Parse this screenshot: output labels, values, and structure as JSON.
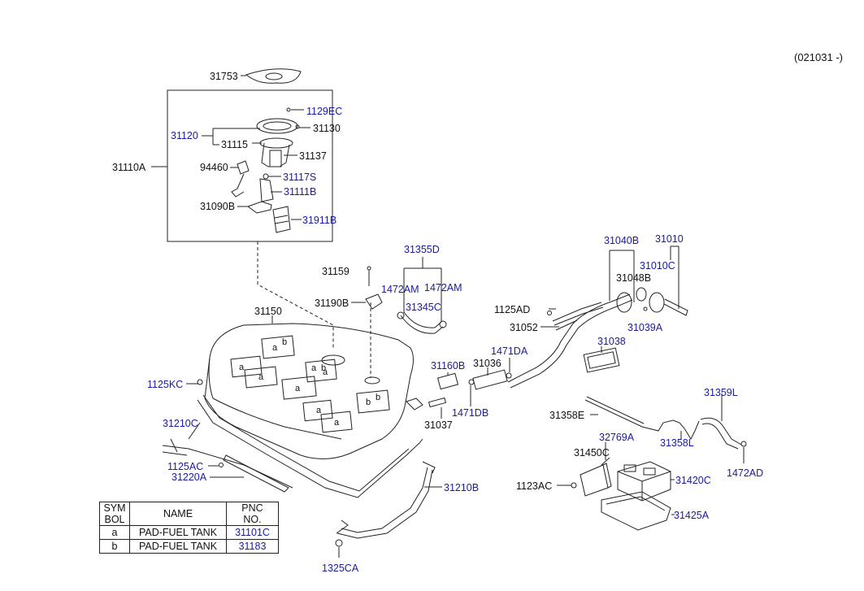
{
  "revision": "(021031 -)",
  "callouts": {
    "c31753": "31753",
    "c1129EC": "1129EC",
    "c31120": "31120",
    "c31130": "31130",
    "c31115": "31115",
    "c31137": "31137",
    "c31110A": "31110A",
    "c94460": "94460",
    "c31117S": "31117S",
    "c31111B": "31111B",
    "c31090B": "31090B",
    "c31911B": "31911B",
    "c31159": "31159",
    "c31355D": "31355D",
    "c1472AM_1": "1472AM",
    "c1472AM_2": "1472AM",
    "c31190B": "31190B",
    "c31345C": "31345C",
    "c31150": "31150",
    "c1125KC": "1125KC",
    "c31210C": "31210C",
    "c1125AC": "1125AC",
    "c31220A": "31220A",
    "c31210B": "31210B",
    "c1325CA": "1325CA",
    "c31160B": "31160B",
    "c31036": "31036",
    "c1471DA": "1471DA",
    "c1471DB": "1471DB",
    "c31037": "31037",
    "c1125AD": "1125AD",
    "c31052": "31052",
    "c31040B": "31040B",
    "c31010": "31010",
    "c31010C": "31010C",
    "c31048B": "31048B",
    "c31039A": "31039A",
    "c31038": "31038",
    "c31358E": "31358E",
    "c31358L": "31358L",
    "c31359L": "31359L",
    "c1472AD": "1472AD",
    "c32769A": "32769A",
    "c31450C": "31450C",
    "c1123AC": "1123AC",
    "c31420C": "31420C",
    "c31425A": "31425A"
  },
  "tank_marks": [
    "a",
    "b",
    "a",
    "b",
    "a",
    "a",
    "a",
    "a",
    "b",
    "a",
    "b",
    "a"
  ],
  "legend": {
    "headers": {
      "sym": "SYM\nBOL",
      "sym1": "SYM",
      "sym2": "BOL",
      "name": "NAME",
      "pnc1": "PNC",
      "pnc2": "NO."
    },
    "rows": [
      {
        "sym": "a",
        "name": "PAD-FUEL TANK",
        "pnc": "31101C"
      },
      {
        "sym": "b",
        "name": "PAD-FUEL TANK",
        "pnc": "31183"
      }
    ]
  }
}
